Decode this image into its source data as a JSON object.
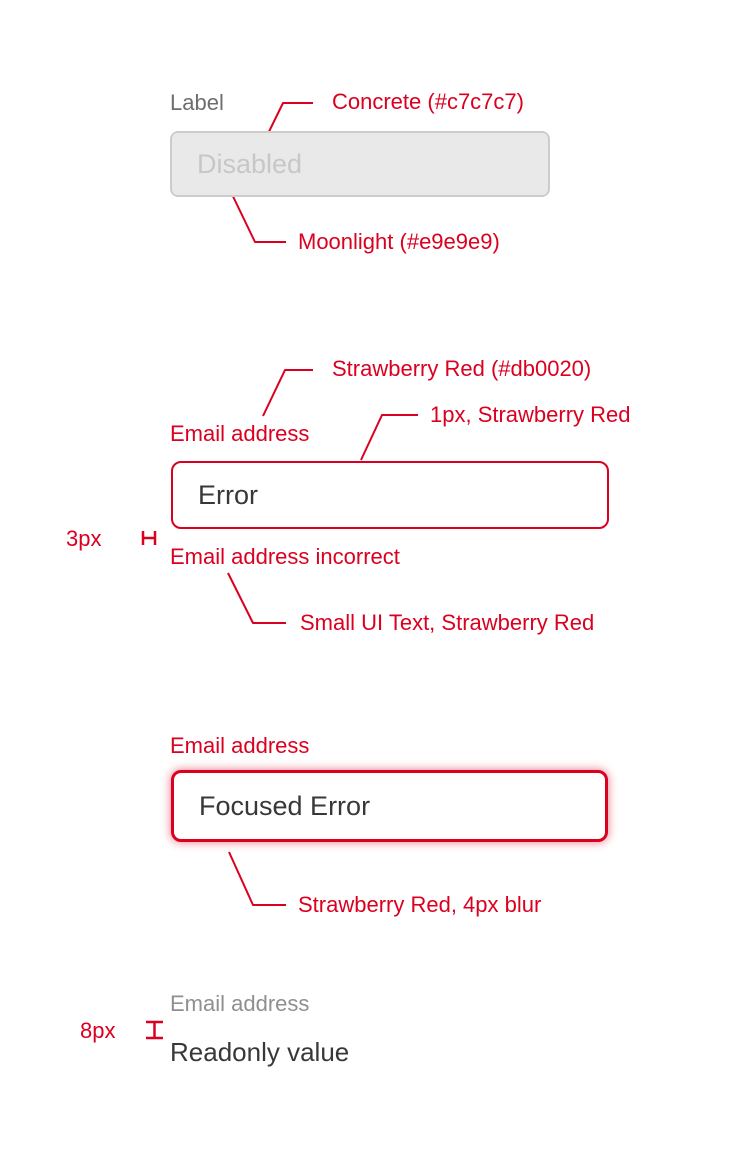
{
  "colors": {
    "strawberry_red": "#db0020",
    "concrete": "#c7c7c7",
    "moonlight": "#e9e9e9",
    "label_gray": "#6e6e6e",
    "readonly_label_gray": "#8f8f8f",
    "value_text": "#383838"
  },
  "sections": {
    "disabled": {
      "label": "Label",
      "value": "Disabled",
      "callout_text_color": "Concrete (#c7c7c7)",
      "callout_fill": "Moonlight (#e9e9e9)"
    },
    "error": {
      "callout_label_color": "Strawberry Red (#db0020)",
      "callout_border": "1px, Strawberry Red",
      "label": "Email address",
      "value": "Error",
      "gap_label": "3px",
      "message": "Email address incorrect",
      "callout_message_style": "Small UI Text, Strawberry Red"
    },
    "focused_error": {
      "label": "Email address",
      "value": "Focused Error",
      "callout_glow": "Strawberry Red, 4px blur"
    },
    "readonly": {
      "gap_label": "8px",
      "label": "Email address",
      "value": "Readonly value"
    }
  }
}
